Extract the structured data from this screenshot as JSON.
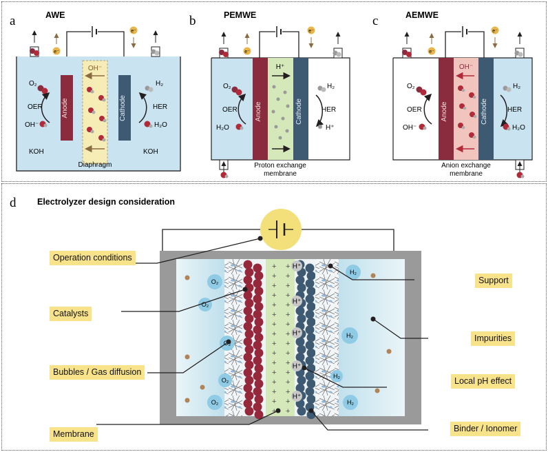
{
  "panel_a": {
    "letter": "a",
    "title": "AWE",
    "anode": "Anode",
    "cathode": "Cathode",
    "o2": "O₂",
    "oer": "OER",
    "oh": "OH⁻",
    "h2": "H₂",
    "her": "HER",
    "h2o": "H₂O",
    "electrolyte_left": "KOH",
    "electrolyte_right": "KOH",
    "membrane_ion": "OH⁻",
    "separator": "Diaphragm",
    "electron": "e⁻"
  },
  "panel_b": {
    "letter": "b",
    "title": "PEMWE",
    "anode": "Anode",
    "cathode": "Cathode",
    "o2": "O₂",
    "oer": "OER",
    "h2o": "H₂O",
    "h2": "H₂",
    "her": "HER",
    "hplus": "H⁺",
    "membrane_ion": "H⁺",
    "separator_line1": "Proton exchange",
    "separator_line2": "membrane",
    "electron": "e⁻"
  },
  "panel_c": {
    "letter": "c",
    "title": "AEMWE",
    "anode": "Anode",
    "cathode": "Cathode",
    "o2": "O₂",
    "oer": "OER",
    "oh": "OH⁻",
    "h2": "H₂",
    "her": "HER",
    "h2o": "H₂O",
    "membrane_ion": "OH⁻",
    "separator_line1": "Anion exchange",
    "separator_line2": "membrane",
    "electron": "e⁻"
  },
  "panel_d": {
    "letter": "d",
    "title": "Electrolyzer design consideration",
    "o2": "O₂",
    "h2": "H₂",
    "hplus": "H⁺",
    "plus": "+",
    "labels_left": [
      "Operation conditions",
      "Catalysts",
      "Bubbles / Gas diffusion",
      "Membrane"
    ],
    "labels_right": [
      "Support",
      "Impurities",
      "Local pH effect",
      "Binder / Ionomer"
    ]
  },
  "colors": {
    "electrolyte": "#c9e3f0",
    "anode": "#8b2b3e",
    "cathode": "#3e5a72",
    "diaphragm": "#f5ecb6",
    "pem": "#d4e8ba",
    "aem": "#f2c4be",
    "tag": "#f8e28a",
    "o2_bubble": "#8fcbe5",
    "frame": "#9a9a9a"
  }
}
